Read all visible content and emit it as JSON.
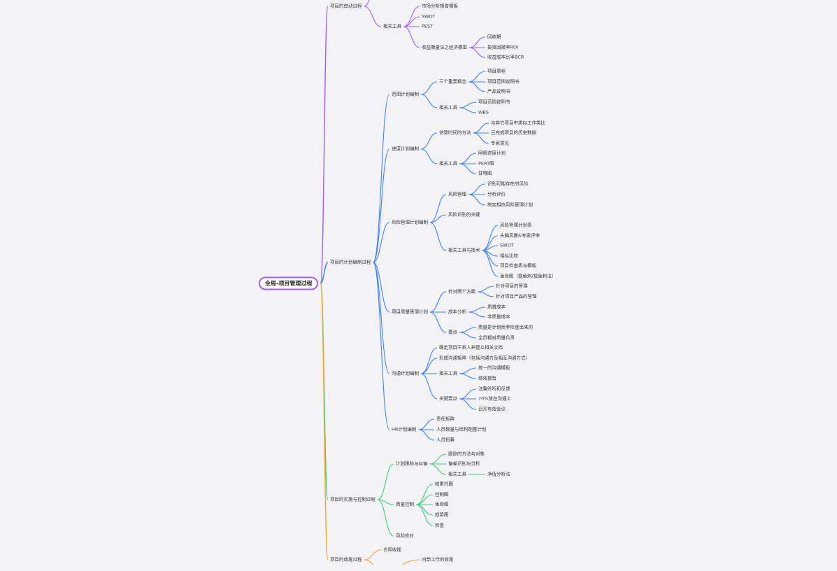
{
  "root": "全局-项目管理过程",
  "colors": {
    "initiation": "#a15ef5",
    "planning": "#3d82f6",
    "execution": "#3ccf7e",
    "closing": "#f5a623"
  },
  "initiation": {
    "label": "项目的启动过程",
    "tools": {
      "label": "相关工具",
      "items": [
        "市场分析报告模板",
        "SWOT",
        "PEST"
      ],
      "econ": {
        "label": "收益衡量法之经济模型",
        "items": [
          "回收期",
          "投资回报率ROI",
          "收益成本比率BCR"
        ]
      }
    }
  },
  "planning": {
    "label": "项目的计划编制过程",
    "scope": {
      "label": "范围计划编制",
      "concepts": {
        "label": "三个重要概念",
        "items": [
          "项目章程",
          "项目范围说明书",
          "产品说明书"
        ]
      },
      "tools": {
        "label": "相关工具",
        "items": [
          "项目范围说明书",
          "WBS"
        ]
      }
    },
    "schedule": {
      "label": "进度计划编制",
      "estimate": {
        "label": "估算时间的方法",
        "items": [
          "与其它项目中类似工作类比",
          "已完成项目的历史数据",
          "专家意见"
        ]
      },
      "tools": {
        "label": "相关工具",
        "items": [
          "网络进度计划",
          "PERT图",
          "甘特图"
        ]
      }
    },
    "risk": {
      "label": "风险管理计划编制",
      "mgmt": {
        "label": "风险管理",
        "items": [
          "识别可能存在的风险",
          "分析评价",
          "制定相应风险管理计划"
        ]
      },
      "key": "风险识别的关键",
      "tools": {
        "label": "相关工具与技术",
        "items": [
          "风险管理计划表",
          "头脑风暴&专家评审",
          "SWOT",
          "相似比较",
          "项目检查表与模板",
          "鱼骨图（提鱼刺/拔鱼刺法）"
        ]
      }
    },
    "quality": {
      "label": "项目质量管理计划",
      "aspects": {
        "label": "针对两个方面",
        "items": [
          "针对项目的管理",
          "针对项目产品的管理"
        ]
      },
      "cost": {
        "label": "成本分析",
        "items": [
          "质量成本",
          "非质量成本"
        ]
      },
      "points": {
        "label": "要点",
        "items": [
          "质量是计划而非检查出来的",
          "全员都对质量负责"
        ]
      }
    },
    "comm": {
      "label": "沟通计划编制",
      "items": [
        "确定项目干系人并建立相关文档",
        "形成沟通矩阵（包括沟通方及相互沟通方式）"
      ],
      "tools": {
        "label": "相关工具",
        "items": [
          "统一的沟通模板",
          "绩效报告"
        ]
      },
      "keys": {
        "label": "关键要点",
        "items": [
          "注重聆听和反馈",
          "70%放在沟通上",
          "召开有效会议"
        ]
      }
    },
    "hr": {
      "label": "HR计划编制",
      "items": [
        "责任矩阵",
        "人员数量与结构配置计划",
        "人员招募"
      ]
    }
  },
  "execution": {
    "label": "项目的实施与控制过程",
    "track": {
      "label": "计划跟踪与纠偏",
      "items": [
        "跟踪的方法与对象",
        "偏差识别与分析"
      ],
      "tools": {
        "label": "相关工具",
        "item": "净值分析法"
      }
    },
    "qc": {
      "label": "质量控制",
      "items": [
        "帕累托图",
        "控制图",
        "鱼骨图",
        "趋势图",
        "检查"
      ]
    },
    "risk": "风险应对"
  },
  "closing": {
    "label": "项目的收尾过程",
    "contract": "合同收尾",
    "internal": "内部工作的收尾"
  }
}
